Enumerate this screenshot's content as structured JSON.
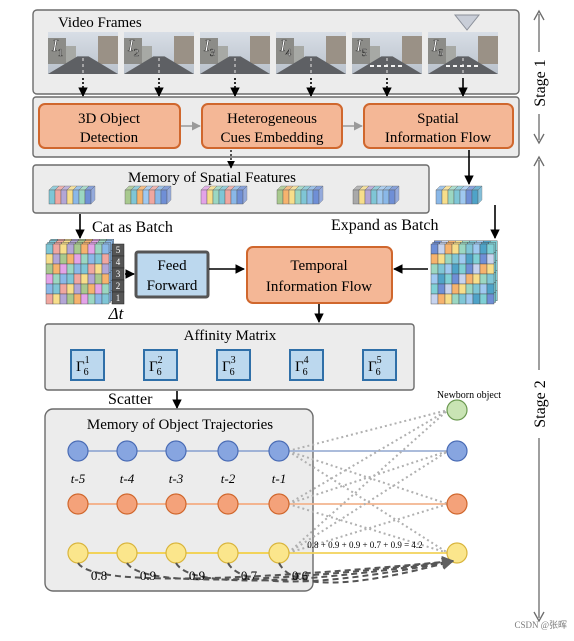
{
  "video_frames": {
    "title": "Video Frames",
    "frames": [
      {
        "label": "I",
        "sub": "1"
      },
      {
        "label": "I",
        "sub": "2"
      },
      {
        "label": "I",
        "sub": "3"
      },
      {
        "label": "I",
        "sub": "4"
      },
      {
        "label": "I",
        "sub": "5"
      },
      {
        "label": "I",
        "sub": "6"
      }
    ]
  },
  "stage1": {
    "label": "Stage 1",
    "blocks": {
      "detection": [
        "3D Object",
        "Detection"
      ],
      "cues": [
        "Heterogeneous",
        "Cues Embedding"
      ],
      "spatial": [
        "Spatial",
        "Information Flow"
      ]
    }
  },
  "memory_spatial": {
    "title": "Memory of  Spatial Features"
  },
  "cat_batch": "Cat as Batch",
  "expand_batch": "Expand as Batch",
  "delta_t": "Δt",
  "delta_numbers": [
    "5",
    "4",
    "3",
    "2",
    "1"
  ],
  "feed_forward": [
    "Feed",
    "Forward"
  ],
  "temporal": [
    "Temporal",
    "Information Flow"
  ],
  "affinity": {
    "title": "Affinity Matrix",
    "cells": [
      {
        "base": "Γ",
        "sub": "6",
        "sup": "1"
      },
      {
        "base": "Γ",
        "sub": "6",
        "sup": "2"
      },
      {
        "base": "Γ",
        "sub": "6",
        "sup": "3"
      },
      {
        "base": "Γ",
        "sub": "6",
        "sup": "4"
      },
      {
        "base": "Γ",
        "sub": "6",
        "sup": "5"
      }
    ]
  },
  "scatter": "Scatter",
  "trajectories": {
    "title": "Memory of  Object Trajectories",
    "time_labels": [
      "t-5",
      "t-4",
      "t-3",
      "t-2",
      "t-1"
    ],
    "scores": [
      "0.8",
      "0.9",
      "0.9",
      "0.7",
      "0.6"
    ],
    "equation": "0.8 + 0.9 + 0.9 + 0.7 + 0.9 = 4.2"
  },
  "newborn": "Newborn object",
  "stage2": {
    "label": "Stage 2"
  },
  "watermark": "CSDN @张晖",
  "colors": {
    "orange_fill": "#f4b796",
    "orange_stroke": "#d0672d",
    "blue_node": "#87a5e0",
    "blue_stroke": "#4a6cb5",
    "orange_node": "#f4a27a",
    "yellow_node": "#fbe68c",
    "green_node": "#c9e4b4",
    "affinity_fill": "#bcd8ee",
    "affinity_stroke": "#2f6fa8"
  }
}
